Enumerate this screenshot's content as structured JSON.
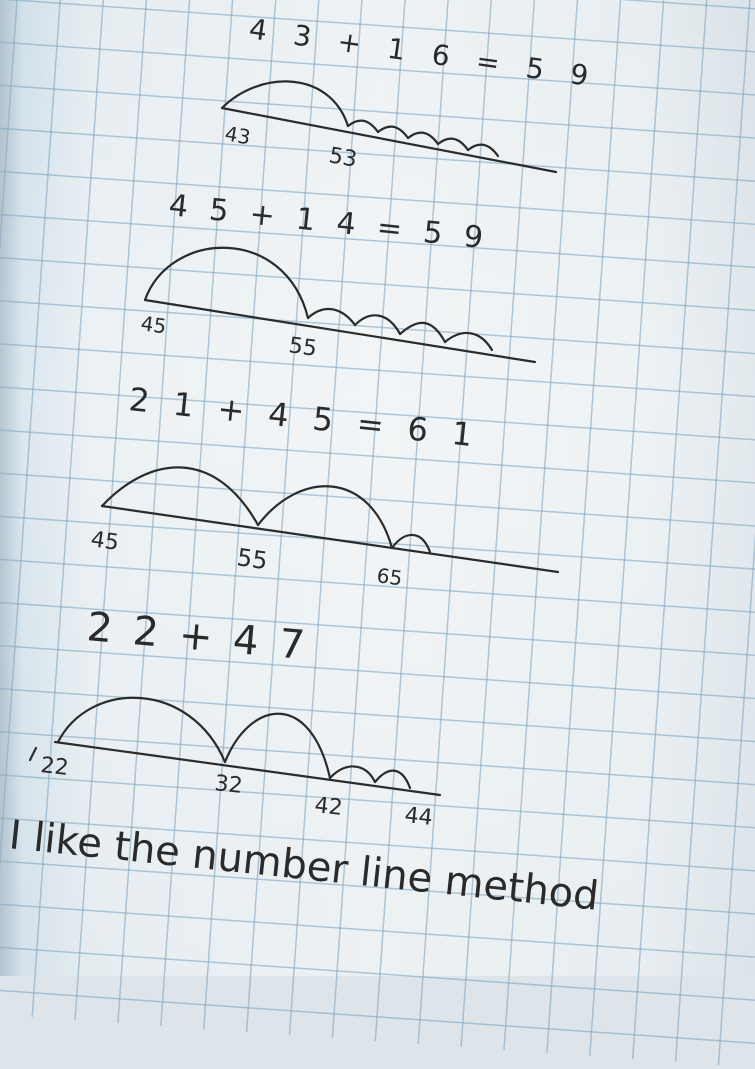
{
  "equations": [
    {
      "text": "4 3 + 1 6 = 5 9"
    },
    {
      "text": "4 5 + 1 4 = 5 9"
    },
    {
      "text": "2 1 + 4 5 = 6 1"
    },
    {
      "text": "2 2 + 4 7"
    }
  ],
  "number_lines": [
    {
      "labels": [
        "43",
        "53"
      ]
    },
    {
      "labels": [
        "45",
        "55"
      ]
    },
    {
      "labels": [
        "45",
        "55",
        "65"
      ]
    },
    {
      "labels": [
        "22",
        "32",
        "42",
        "44"
      ]
    }
  ],
  "closing_sentence": "I like the number line method"
}
